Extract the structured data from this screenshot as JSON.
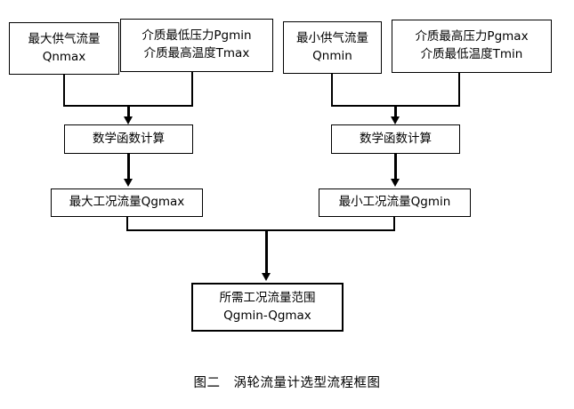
{
  "diagram": {
    "caption": "图二　涡轮流量计选型流程框图",
    "colors": {
      "background": "#ffffff",
      "stroke": "#000000",
      "text": "#000000"
    },
    "nodes": {
      "qnmax": {
        "line1": "最大供气流量",
        "line2": "Qnmax"
      },
      "pgmin": {
        "line1": "介质最低压力Pgmin",
        "line2": "介质最高温度Tmax"
      },
      "qnmin": {
        "line1": "最小供气流量",
        "line2": "Qnmin"
      },
      "pgmax": {
        "line1": "介质最高压力Pgmax",
        "line2": "介质最低温度Tmin"
      },
      "calc_left": {
        "line1": "数学函数计算"
      },
      "calc_right": {
        "line1": "数学函数计算"
      },
      "qgmax": {
        "line1": "最大工况流量Qgmax"
      },
      "qgmin": {
        "line1": "最小工况流量Qgmin"
      },
      "result": {
        "line1": "所需工况流量范围",
        "line2": "Qgmin-Qgmax"
      }
    }
  }
}
